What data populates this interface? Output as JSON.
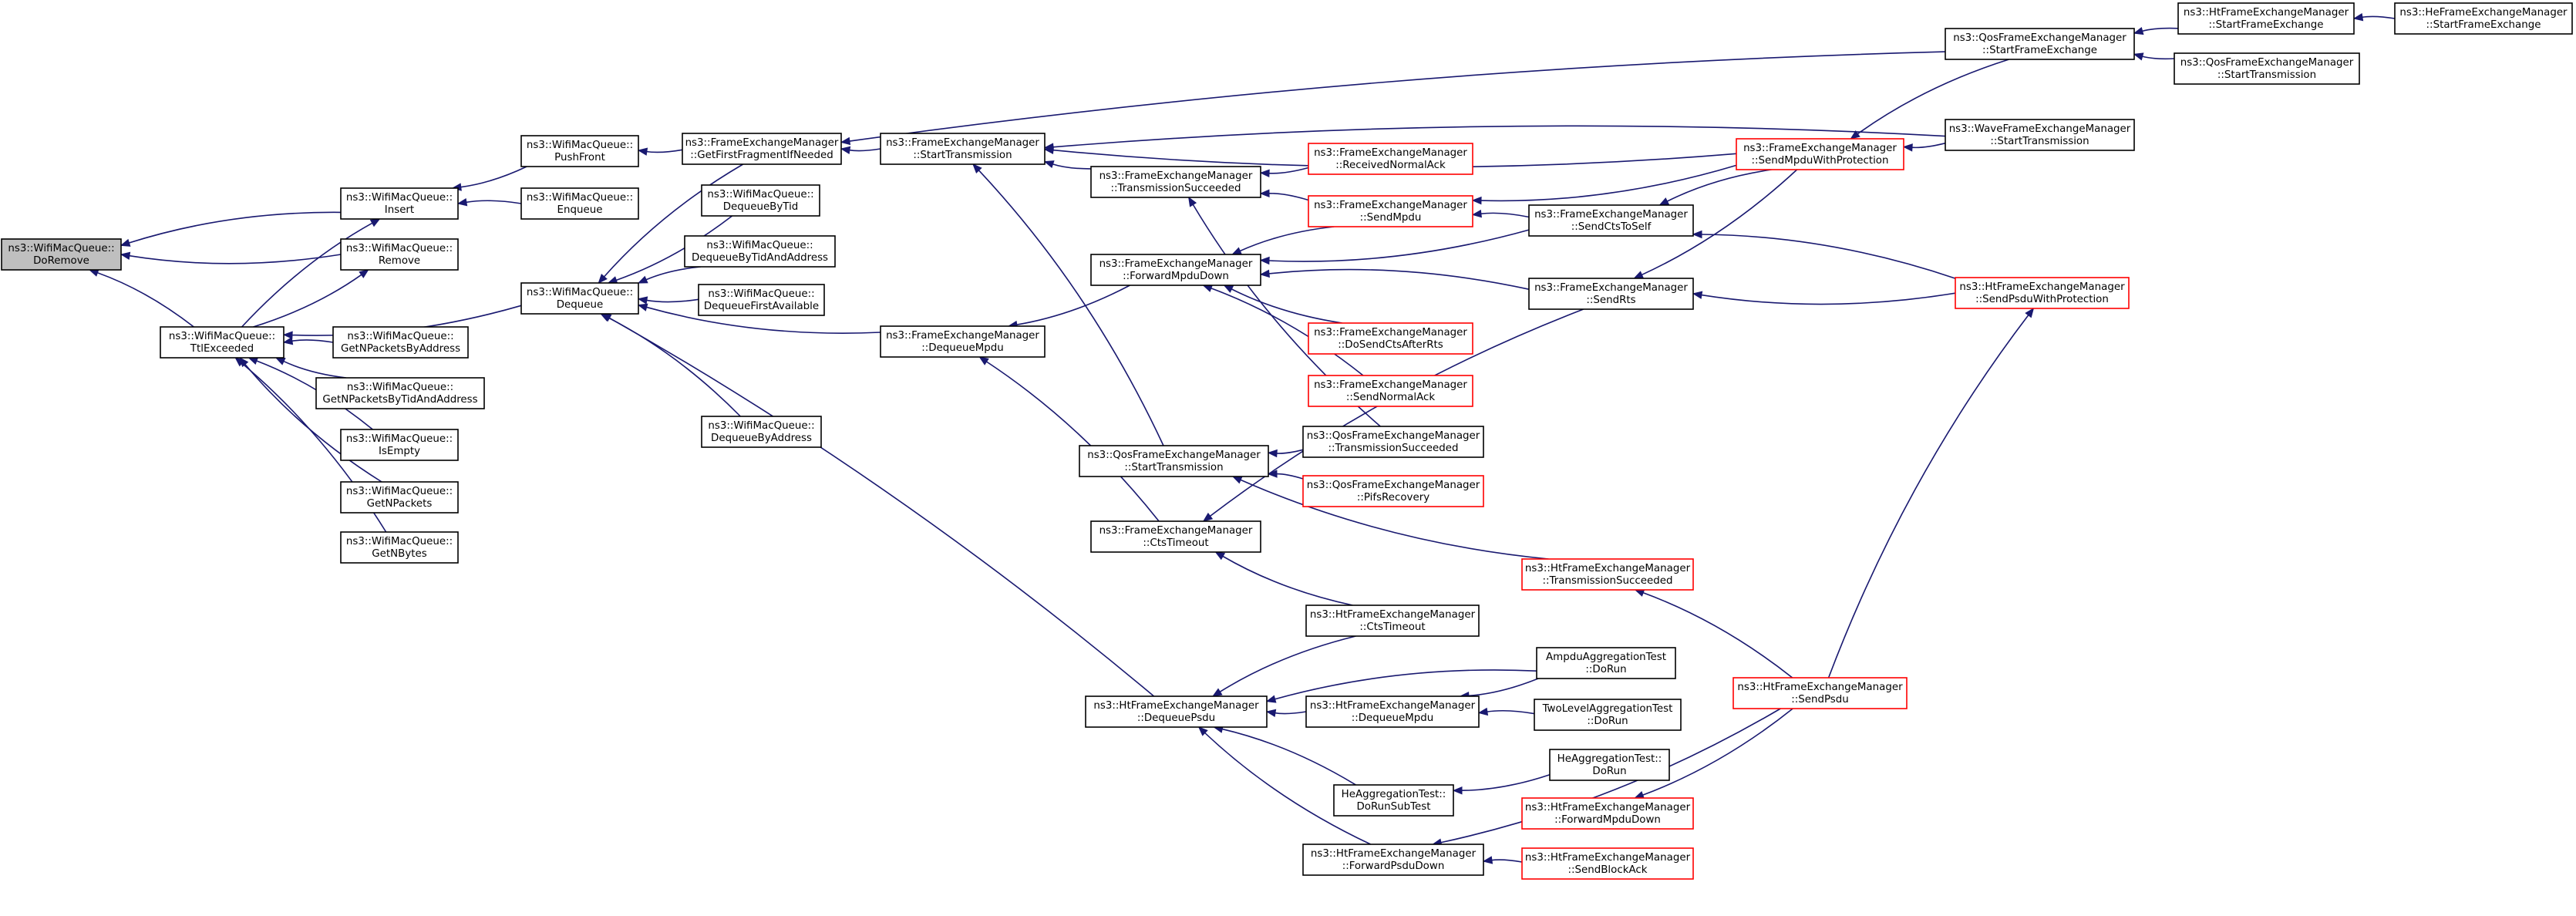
{
  "colors": {
    "edge": "#191970",
    "node_border": "#000000",
    "node_border_truncated": "#ff0000",
    "root_fill": "#bfbfbf",
    "node_fill": "#ffffff"
  },
  "nodes": [
    {
      "id": "n_doremove",
      "lines": [
        "ns3::WifiMacQueue::",
        "DoRemove"
      ],
      "kind": "root"
    },
    {
      "id": "n_insert",
      "lines": [
        "ns3::WifiMacQueue::",
        "Insert"
      ],
      "kind": "normal"
    },
    {
      "id": "n_remove",
      "lines": [
        "ns3::WifiMacQueue::",
        "Remove"
      ],
      "kind": "normal"
    },
    {
      "id": "n_ttl",
      "lines": [
        "ns3::WifiMacQueue::",
        "TtlExceeded"
      ],
      "kind": "normal"
    },
    {
      "id": "n_pushfront",
      "lines": [
        "ns3::WifiMacQueue::",
        "PushFront"
      ],
      "kind": "normal"
    },
    {
      "id": "n_enqueue",
      "lines": [
        "ns3::WifiMacQueue::",
        "Enqueue"
      ],
      "kind": "normal"
    },
    {
      "id": "n_dequeue",
      "lines": [
        "ns3::WifiMacQueue::",
        "Dequeue"
      ],
      "kind": "normal"
    },
    {
      "id": "n_getnpba",
      "lines": [
        "ns3::WifiMacQueue::",
        "GetNPacketsByAddress"
      ],
      "kind": "normal"
    },
    {
      "id": "n_getnpbta",
      "lines": [
        "ns3::WifiMacQueue::",
        "GetNPacketsByTidAndAddress"
      ],
      "kind": "normal"
    },
    {
      "id": "n_isempty",
      "lines": [
        "ns3::WifiMacQueue::",
        "IsEmpty"
      ],
      "kind": "normal"
    },
    {
      "id": "n_getnpackets",
      "lines": [
        "ns3::WifiMacQueue::",
        "GetNPackets"
      ],
      "kind": "normal"
    },
    {
      "id": "n_getnbytes",
      "lines": [
        "ns3::WifiMacQueue::",
        "GetNBytes"
      ],
      "kind": "normal"
    },
    {
      "id": "n_fem_getfirst",
      "lines": [
        "ns3::FrameExchangeManager",
        "::GetFirstFragmentIfNeeded"
      ],
      "kind": "normal"
    },
    {
      "id": "n_deq_tid",
      "lines": [
        "ns3::WifiMacQueue::",
        "DequeueByTid"
      ],
      "kind": "normal"
    },
    {
      "id": "n_deq_tidaddr",
      "lines": [
        "ns3::WifiMacQueue::",
        "DequeueByTidAndAddress"
      ],
      "kind": "normal"
    },
    {
      "id": "n_deq_first",
      "lines": [
        "ns3::WifiMacQueue::",
        "DequeueFirstAvailable"
      ],
      "kind": "normal"
    },
    {
      "id": "n_deq_addr",
      "lines": [
        "ns3::WifiMacQueue::",
        "DequeueByAddress"
      ],
      "kind": "normal"
    },
    {
      "id": "n_fem_starttx",
      "lines": [
        "ns3::FrameExchangeManager",
        "::StartTransmission"
      ],
      "kind": "normal"
    },
    {
      "id": "n_fem_deqmpdu",
      "lines": [
        "ns3::FrameExchangeManager",
        "::DequeueMpdu"
      ],
      "kind": "normal"
    },
    {
      "id": "n_fem_txsucc",
      "lines": [
        "ns3::FrameExchangeManager",
        "::TransmissionSucceeded"
      ],
      "kind": "normal"
    },
    {
      "id": "n_fem_fwdmpdu",
      "lines": [
        "ns3::FrameExchangeManager",
        "::ForwardMpduDown"
      ],
      "kind": "normal"
    },
    {
      "id": "n_qos_starttx",
      "lines": [
        "ns3::QosFrameExchangeManager",
        "::StartTransmission"
      ],
      "kind": "normal"
    },
    {
      "id": "n_fem_ctstimeout",
      "lines": [
        "ns3::FrameExchangeManager",
        "::CtsTimeout"
      ],
      "kind": "normal"
    },
    {
      "id": "n_ht_deqpsdu",
      "lines": [
        "ns3::HtFrameExchangeManager",
        "::DequeuePsdu"
      ],
      "kind": "normal"
    },
    {
      "id": "n_fem_recvnack",
      "lines": [
        "ns3::FrameExchangeManager",
        "::ReceivedNormalAck"
      ],
      "kind": "truncated"
    },
    {
      "id": "n_fem_sendmpdu",
      "lines": [
        "ns3::FrameExchangeManager",
        "::SendMpdu"
      ],
      "kind": "truncated"
    },
    {
      "id": "n_fem_dosendcts",
      "lines": [
        "ns3::FrameExchangeManager",
        "::DoSendCtsAfterRts"
      ],
      "kind": "truncated"
    },
    {
      "id": "n_fem_sendnack",
      "lines": [
        "ns3::FrameExchangeManager",
        "::SendNormalAck"
      ],
      "kind": "truncated"
    },
    {
      "id": "n_qos_txsucc",
      "lines": [
        "ns3::QosFrameExchangeManager",
        "::TransmissionSucceeded"
      ],
      "kind": "normal"
    },
    {
      "id": "n_qos_pifs",
      "lines": [
        "ns3::QosFrameExchangeManager",
        "::PifsRecovery"
      ],
      "kind": "truncated"
    },
    {
      "id": "n_ht_ctstimeout",
      "lines": [
        "ns3::HtFrameExchangeManager",
        "::CtsTimeout"
      ],
      "kind": "normal"
    },
    {
      "id": "n_ht_deqmpdu",
      "lines": [
        "ns3::HtFrameExchangeManager",
        "::DequeueMpdu"
      ],
      "kind": "normal"
    },
    {
      "id": "n_he_dorunsub",
      "lines": [
        "HeAggregationTest::",
        "DoRunSubTest"
      ],
      "kind": "normal"
    },
    {
      "id": "n_ht_fwdpsdu",
      "lines": [
        "ns3::HtFrameExchangeManager",
        "::ForwardPsduDown"
      ],
      "kind": "normal"
    },
    {
      "id": "n_fem_ctstoself",
      "lines": [
        "ns3::FrameExchangeManager",
        "::SendCtsToSelf"
      ],
      "kind": "normal"
    },
    {
      "id": "n_fem_sendrts",
      "lines": [
        "ns3::FrameExchangeManager",
        "::SendRts"
      ],
      "kind": "normal"
    },
    {
      "id": "n_ht_txsucc",
      "lines": [
        "ns3::HtFrameExchangeManager",
        "::TransmissionSucceeded"
      ],
      "kind": "truncated"
    },
    {
      "id": "n_ampdu_dorun",
      "lines": [
        "AmpduAggregationTest",
        "::DoRun"
      ],
      "kind": "normal"
    },
    {
      "id": "n_twolevel_dorun",
      "lines": [
        "TwoLevelAggregationTest",
        "::DoRun"
      ],
      "kind": "normal"
    },
    {
      "id": "n_he_dorun",
      "lines": [
        "HeAggregationTest::",
        "DoRun"
      ],
      "kind": "normal"
    },
    {
      "id": "n_ht_fwdmpdu",
      "lines": [
        "ns3::HtFrameExchangeManager",
        "::ForwardMpduDown"
      ],
      "kind": "truncated"
    },
    {
      "id": "n_ht_sendblockack",
      "lines": [
        "ns3::HtFrameExchangeManager",
        "::SendBlockAck"
      ],
      "kind": "truncated"
    },
    {
      "id": "n_fem_sendmpduprot",
      "lines": [
        "ns3::FrameExchangeManager",
        "::SendMpduWithProtection"
      ],
      "kind": "truncated"
    },
    {
      "id": "n_qos_startfe",
      "lines": [
        "ns3::QosFrameExchangeManager",
        "::StartFrameExchange"
      ],
      "kind": "normal"
    },
    {
      "id": "n_wave_starttx",
      "lines": [
        "ns3::WaveFrameExchangeManager",
        "::StartTransmission"
      ],
      "kind": "normal"
    },
    {
      "id": "n_ht_sendpsduprot",
      "lines": [
        "ns3::HtFrameExchangeManager",
        "::SendPsduWithProtection"
      ],
      "kind": "truncated"
    },
    {
      "id": "n_ht_sendpsdu",
      "lines": [
        "ns3::HtFrameExchangeManager",
        "::SendPsdu"
      ],
      "kind": "truncated"
    },
    {
      "id": "n_ht_startfe",
      "lines": [
        "ns3::HtFrameExchangeManager",
        "::StartFrameExchange"
      ],
      "kind": "normal"
    },
    {
      "id": "n_qos_starttx2",
      "lines": [
        "ns3::QosFrameExchangeManager",
        "::StartTransmission"
      ],
      "kind": "normal"
    },
    {
      "id": "n_he_startfe",
      "lines": [
        "ns3::HeFrameExchangeManager",
        "::StartFrameExchange"
      ],
      "kind": "normal"
    }
  ],
  "edges": [
    {
      "from": "n_insert",
      "to": "n_doremove"
    },
    {
      "from": "n_remove",
      "to": "n_doremove"
    },
    {
      "from": "n_ttl",
      "to": "n_doremove"
    },
    {
      "from": "n_ttl",
      "to": "n_insert"
    },
    {
      "from": "n_ttl",
      "to": "n_remove"
    },
    {
      "from": "n_pushfront",
      "to": "n_insert"
    },
    {
      "from": "n_enqueue",
      "to": "n_insert"
    },
    {
      "from": "n_dequeue",
      "to": "n_ttl"
    },
    {
      "from": "n_getnpba",
      "to": "n_ttl"
    },
    {
      "from": "n_getnpbta",
      "to": "n_ttl"
    },
    {
      "from": "n_isempty",
      "to": "n_ttl"
    },
    {
      "from": "n_getnpackets",
      "to": "n_ttl"
    },
    {
      "from": "n_getnbytes",
      "to": "n_ttl"
    },
    {
      "from": "n_fem_getfirst",
      "to": "n_pushfront"
    },
    {
      "from": "n_fem_getfirst",
      "to": "n_dequeue"
    },
    {
      "from": "n_deq_tid",
      "to": "n_dequeue"
    },
    {
      "from": "n_deq_tidaddr",
      "to": "n_dequeue"
    },
    {
      "from": "n_deq_first",
      "to": "n_dequeue"
    },
    {
      "from": "n_deq_addr",
      "to": "n_dequeue"
    },
    {
      "from": "n_fem_deqmpdu",
      "to": "n_dequeue"
    },
    {
      "from": "n_ht_deqpsdu",
      "to": "n_dequeue"
    },
    {
      "from": "n_fem_starttx",
      "to": "n_fem_getfirst"
    },
    {
      "from": "n_qos_startfe",
      "to": "n_fem_getfirst"
    },
    {
      "from": "n_fem_fwdmpdu",
      "to": "n_fem_deqmpdu"
    },
    {
      "from": "n_fem_ctstimeout",
      "to": "n_fem_deqmpdu"
    },
    {
      "from": "n_fem_txsucc",
      "to": "n_fem_starttx"
    },
    {
      "from": "n_qos_starttx",
      "to": "n_fem_starttx"
    },
    {
      "from": "n_fem_sendmpduprot",
      "to": "n_fem_starttx"
    },
    {
      "from": "n_wave_starttx",
      "to": "n_fem_starttx"
    },
    {
      "from": "n_fem_recvnack",
      "to": "n_fem_txsucc"
    },
    {
      "from": "n_fem_sendmpdu",
      "to": "n_fem_txsucc"
    },
    {
      "from": "n_qos_txsucc",
      "to": "n_fem_txsucc"
    },
    {
      "from": "n_fem_sendmpdu",
      "to": "n_fem_fwdmpdu"
    },
    {
      "from": "n_fem_dosendcts",
      "to": "n_fem_fwdmpdu"
    },
    {
      "from": "n_fem_sendnack",
      "to": "n_fem_fwdmpdu"
    },
    {
      "from": "n_fem_ctstoself",
      "to": "n_fem_fwdmpdu"
    },
    {
      "from": "n_fem_sendrts",
      "to": "n_fem_fwdmpdu"
    },
    {
      "from": "n_qos_txsucc",
      "to": "n_qos_starttx"
    },
    {
      "from": "n_qos_pifs",
      "to": "n_qos_starttx"
    },
    {
      "from": "n_ht_txsucc",
      "to": "n_qos_starttx"
    },
    {
      "from": "n_fem_sendrts",
      "to": "n_fem_ctstimeout"
    },
    {
      "from": "n_ht_ctstimeout",
      "to": "n_fem_ctstimeout"
    },
    {
      "from": "n_ht_ctstimeout",
      "to": "n_ht_deqpsdu"
    },
    {
      "from": "n_ht_deqmpdu",
      "to": "n_ht_deqpsdu"
    },
    {
      "from": "n_he_dorunsub",
      "to": "n_ht_deqpsdu"
    },
    {
      "from": "n_ht_fwdpsdu",
      "to": "n_ht_deqpsdu"
    },
    {
      "from": "n_ampdu_dorun",
      "to": "n_ht_deqpsdu"
    },
    {
      "from": "n_ampdu_dorun",
      "to": "n_ht_deqmpdu"
    },
    {
      "from": "n_twolevel_dorun",
      "to": "n_ht_deqmpdu"
    },
    {
      "from": "n_he_dorun",
      "to": "n_he_dorunsub"
    },
    {
      "from": "n_ht_sendblockack",
      "to": "n_ht_fwdpsdu"
    },
    {
      "from": "n_ht_sendpsdu",
      "to": "n_ht_fwdpsdu"
    },
    {
      "from": "n_fem_ctstoself",
      "to": "n_fem_sendmpdu"
    },
    {
      "from": "n_fem_sendmpduprot",
      "to": "n_fem_sendmpdu"
    },
    {
      "from": "n_fem_sendmpduprot",
      "to": "n_fem_ctstoself"
    },
    {
      "from": "n_fem_sendmpduprot",
      "to": "n_fem_sendrts"
    },
    {
      "from": "n_ht_sendpsduprot",
      "to": "n_fem_ctstoself"
    },
    {
      "from": "n_ht_sendpsduprot",
      "to": "n_fem_sendrts"
    },
    {
      "from": "n_ht_sendpsdu",
      "to": "n_ht_txsucc"
    },
    {
      "from": "n_ht_sendpsdu",
      "to": "n_ht_fwdmpdu"
    },
    {
      "from": "n_qos_startfe",
      "to": "n_fem_sendmpduprot"
    },
    {
      "from": "n_wave_starttx",
      "to": "n_fem_sendmpduprot"
    },
    {
      "from": "n_ht_startfe",
      "to": "n_qos_startfe"
    },
    {
      "from": "n_qos_starttx2",
      "to": "n_qos_startfe"
    },
    {
      "from": "n_he_startfe",
      "to": "n_ht_startfe"
    },
    {
      "from": "n_ht_sendpsdu",
      "to": "n_ht_sendpsduprot"
    }
  ]
}
